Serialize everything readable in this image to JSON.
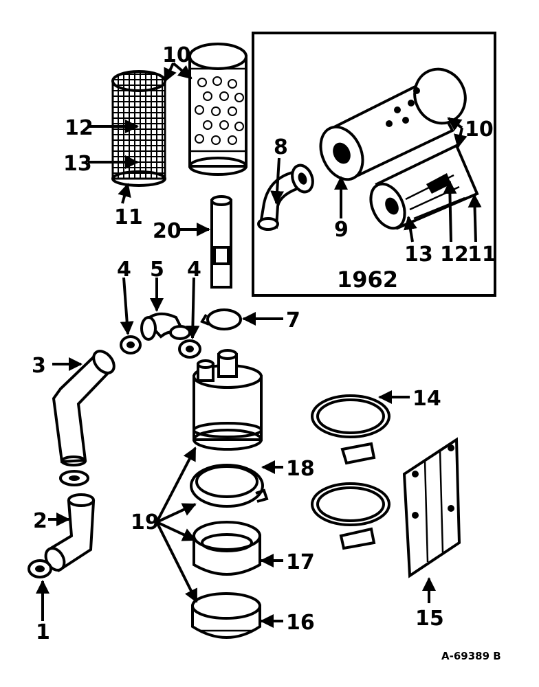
{
  "inset": {
    "year_label": "1962"
  },
  "callouts": {
    "c1": "1",
    "c2": "2",
    "c3": "3",
    "c4a": "4",
    "c4b": "4",
    "c5": "5",
    "c7": "7",
    "c8": "8",
    "c9": "9",
    "c10a": "10",
    "c10b": "10",
    "c11a": "11",
    "c11b": "11",
    "c12a": "12",
    "c12b": "12",
    "c13a": "13",
    "c13b": "13",
    "c14": "14",
    "c15": "15",
    "c16": "16",
    "c17": "17",
    "c18": "18",
    "c19": "19",
    "c20": "20"
  },
  "reference_code": "A-69389 B"
}
